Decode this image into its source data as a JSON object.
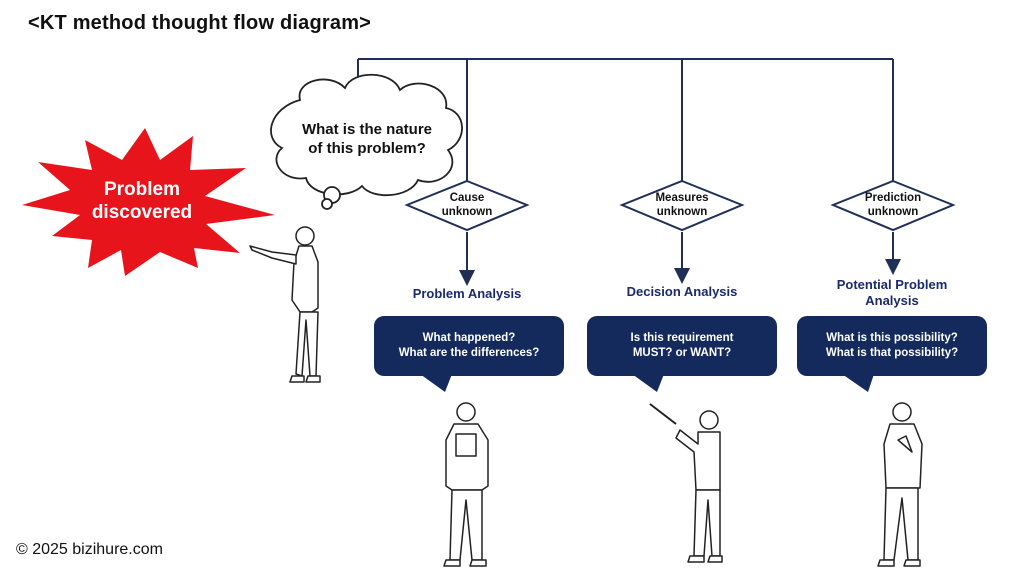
{
  "title": "<KT method thought flow diagram>",
  "problem": {
    "line1": "Problem",
    "line2": "discovered"
  },
  "thought": {
    "line1": "What is the nature",
    "line2": "of this problem?"
  },
  "branches": [
    {
      "diamond_line1": "Cause",
      "diamond_line2": "unknown",
      "analysis_line1": "Problem Analysis",
      "analysis_line2": "",
      "bubble_line1": "What happened?",
      "bubble_line2": "What are the differences?"
    },
    {
      "diamond_line1": "Measures",
      "diamond_line2": "unknown",
      "analysis_line1": "Decision Analysis",
      "analysis_line2": "",
      "bubble_line1": "Is this requirement",
      "bubble_line2": "MUST? or WANT?"
    },
    {
      "diamond_line1": "Prediction",
      "diamond_line2": "unknown",
      "analysis_line1": "Potential Problem",
      "analysis_line2": "Analysis",
      "bubble_line1": "What is this possibility?",
      "bubble_line2": "What is that possibility?"
    }
  ],
  "copyright": "© 2025 bizihure.com",
  "colors": {
    "burst": "#e8141c",
    "navy": "#142a5c",
    "line": "#1f2f55"
  }
}
